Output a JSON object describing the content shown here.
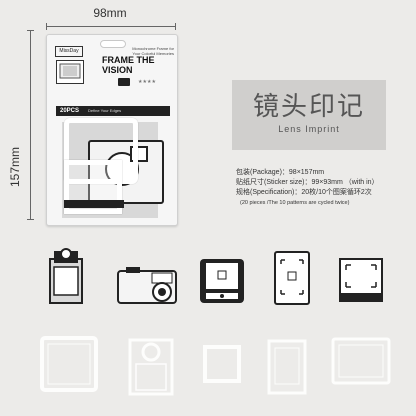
{
  "dimensions": {
    "width": "98mm",
    "height": "157mm"
  },
  "package": {
    "brand": "MissDay",
    "tagline": "Monochrome Frame for Your Colorful Memories",
    "headline": "FRAME THE VISION",
    "stars": "★★★★",
    "count": "20PCS",
    "slogan": "Define Your Edges"
  },
  "title": {
    "cn": "镜头印记",
    "en": "Lens Imprint"
  },
  "specs": [
    "包装(Package)：98×157mm",
    "贴纸尺寸(Sticker size)：99×93mm （with in）",
    "规格(Specification)：20枚/10个图案循环2次",
    "(20 pieces /The 10 patterns are cycled twice)"
  ],
  "icons": {
    "row1": [
      "instant-camera-icon",
      "dslr-camera-icon",
      "viewfinder-frame-icon",
      "phone-frame-icon",
      "focus-frame-icon"
    ],
    "row2": [
      "white-frame-icon",
      "white-instant-camera-icon",
      "white-square-frame-icon",
      "white-phone-frame-icon",
      "white-screen-frame-icon"
    ]
  }
}
